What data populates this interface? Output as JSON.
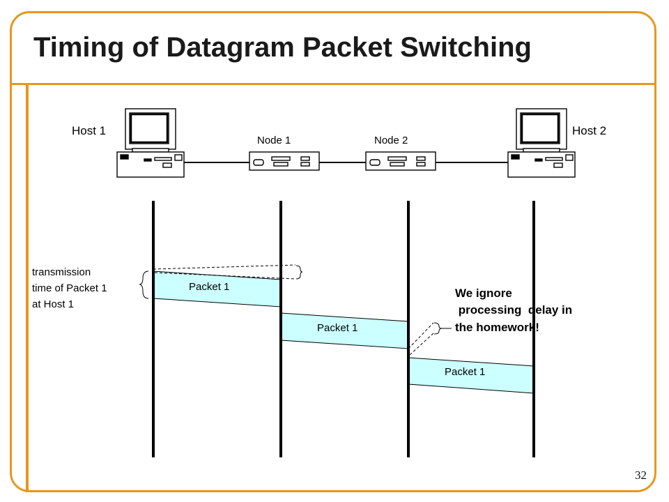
{
  "slide": {
    "title": "Timing of Datagram Packet Switching",
    "page_number": "32",
    "accent_color": "#e8961e"
  },
  "network": {
    "host1_label": "Host 1",
    "host2_label": "Host 2",
    "node1_label": "Node 1",
    "node2_label": "Node 2",
    "host_icon": "desktop-computer-icon",
    "node_icon": "router-box-icon"
  },
  "timing": {
    "packets": [
      {
        "label": "Packet 1"
      },
      {
        "label": "Packet 1"
      },
      {
        "label": "Packet 1"
      }
    ],
    "packet_fill": "#ccffff",
    "transmission_note": {
      "line1": "transmission",
      "line2": "time of Packet 1",
      "line3": "at Host 1"
    },
    "processing_note": {
      "line1": "We ignore",
      "line2": " processing  delay in",
      "line3": "the homework!"
    }
  }
}
